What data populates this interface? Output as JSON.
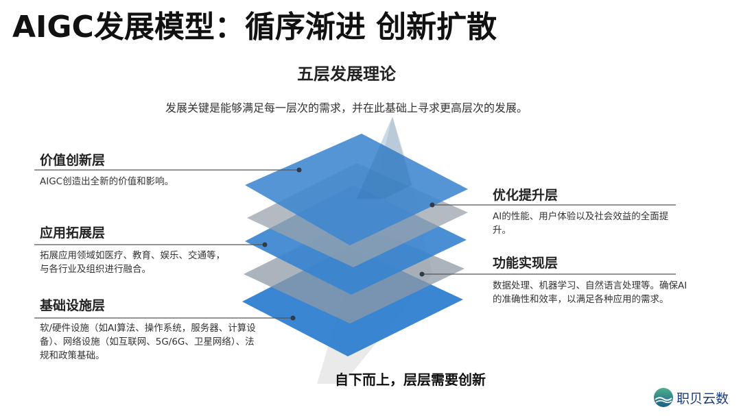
{
  "header": {
    "title": "AIGC发展模型：循序渐进  创新扩散",
    "subtitle": "五层发展理论",
    "description": "发展关键是能够满足每一层次的需求，并在此基础上寻求更高层次的发展。"
  },
  "layers": [
    {
      "level": 5,
      "side": "left",
      "title": "价值创新层",
      "desc": "AIGC创造出全新的价值和影响。",
      "color": "#3d86cf"
    },
    {
      "level": 4,
      "side": "right",
      "title": "优化提升层",
      "desc": "AI的性能、用户体验以及社会效益的全面提升。",
      "color": "#a9a9a9"
    },
    {
      "level": 3,
      "side": "left",
      "title": "应用拓展层",
      "desc": "拓展应用领域如医疗、教育、娱乐、交通等，与各行业及组织进行融合。",
      "color": "#3d86cf"
    },
    {
      "level": 2,
      "side": "right",
      "title": "功能实现层",
      "desc": "数据处理、机器学习、自然语言处理等。确保AI的准确性和效率，以满足各种应用的需求。",
      "color": "#a9a9a9"
    },
    {
      "level": 1,
      "side": "left",
      "title": "基础设施层",
      "desc": "软/硬件设施（如AI算法、操作系统，服务器、计算设备）、网络设施（如互联网、5G/6G、卫星网络）、法规和政策基础。",
      "color": "#2f7bcc"
    }
  ],
  "footer": {
    "slogan": "自下而上，层层需要创新",
    "logo_text": "职贝云数",
    "logo_icon": "wave-globe-icon"
  },
  "colors": {
    "blue": "#3a85d0",
    "gray": "#a8a8a8",
    "line": "#555555",
    "dot": "#2f3a48"
  }
}
